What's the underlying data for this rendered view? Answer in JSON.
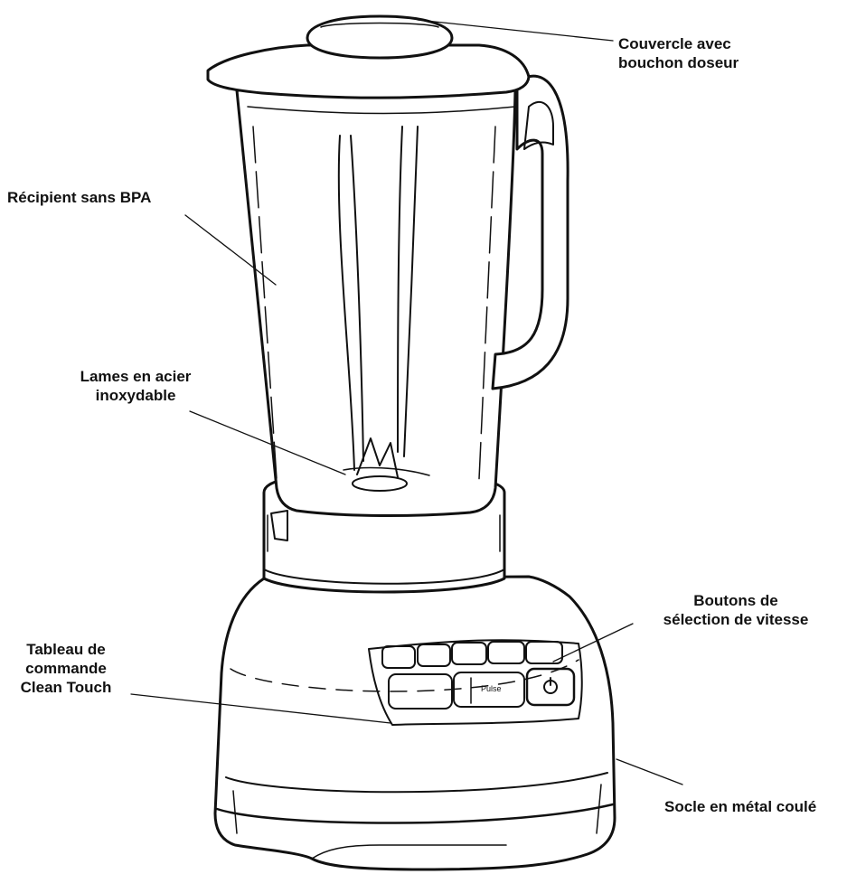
{
  "colors": {
    "ink": "#111111",
    "background": "#ffffff"
  },
  "callouts": {
    "lid": {
      "line1": "Couvercle avec",
      "line2": "bouchon doseur"
    },
    "jar": {
      "line1": "Récipient sans BPA"
    },
    "blades": {
      "line1": "Lames en acier",
      "line2": "inoxydable"
    },
    "speed_buttons": {
      "line1": "Boutons de",
      "line2": "sélection de vitesse"
    },
    "control_panel": {
      "line1": "Tableau de",
      "line2": "commande",
      "line3": "Clean Touch"
    },
    "base": {
      "line1": "Socle en métal coulé"
    }
  },
  "panel": {
    "pulse_label": "Pulse",
    "icons": [
      "ice-crush-icon",
      "drink-icon",
      "smoothie-icon",
      "soup-icon",
      "frozen-icon",
      "clean-icon",
      "power-icon"
    ]
  }
}
